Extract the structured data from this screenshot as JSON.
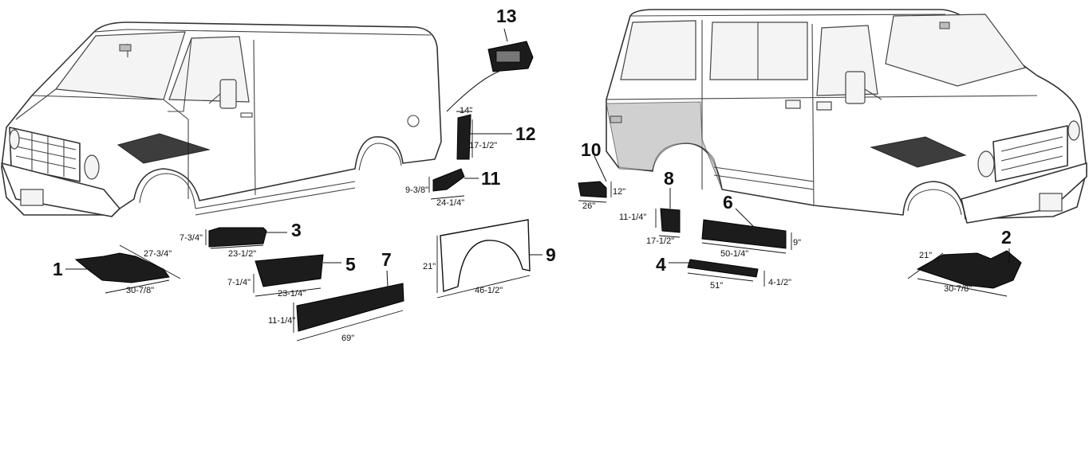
{
  "parts": [
    {
      "number": "1",
      "dims": [
        "27-3/4\"",
        "30-7/8\""
      ]
    },
    {
      "number": "2",
      "dims": [
        "21\"",
        "30-7/8\""
      ]
    },
    {
      "number": "3",
      "dims": [
        "7-3/4\"",
        "23-1/2\""
      ]
    },
    {
      "number": "4",
      "dims": [
        "51\"",
        "4-1/2\""
      ]
    },
    {
      "number": "5",
      "dims": [
        "7-1/4\"",
        "23-1/4\""
      ]
    },
    {
      "number": "6",
      "dims": [
        "50-1/4\"",
        "9\""
      ]
    },
    {
      "number": "7",
      "dims": [
        "11-1/4\"",
        "69\""
      ]
    },
    {
      "number": "8",
      "dims": [
        "11-1/4\"",
        "17-1/2\""
      ]
    },
    {
      "number": "9",
      "dims": [
        "21\"",
        "46-1/2\""
      ]
    },
    {
      "number": "10",
      "dims": [
        "12\"",
        "26\""
      ]
    },
    {
      "number": "11",
      "dims": [
        "9-3/8\"",
        "24-1/4\""
      ]
    },
    {
      "number": "12",
      "dims": [
        "14\"",
        "17-1/2\""
      ]
    },
    {
      "number": "13",
      "dims": []
    }
  ],
  "vans": [
    {
      "view": "driver-side",
      "icon": "cargo-van-illustration"
    },
    {
      "view": "passenger-side",
      "icon": "passenger-van-illustration"
    }
  ],
  "colors": {
    "part_fill": "#1c1c1c",
    "line": "#333333",
    "background": "#ffffff"
  }
}
